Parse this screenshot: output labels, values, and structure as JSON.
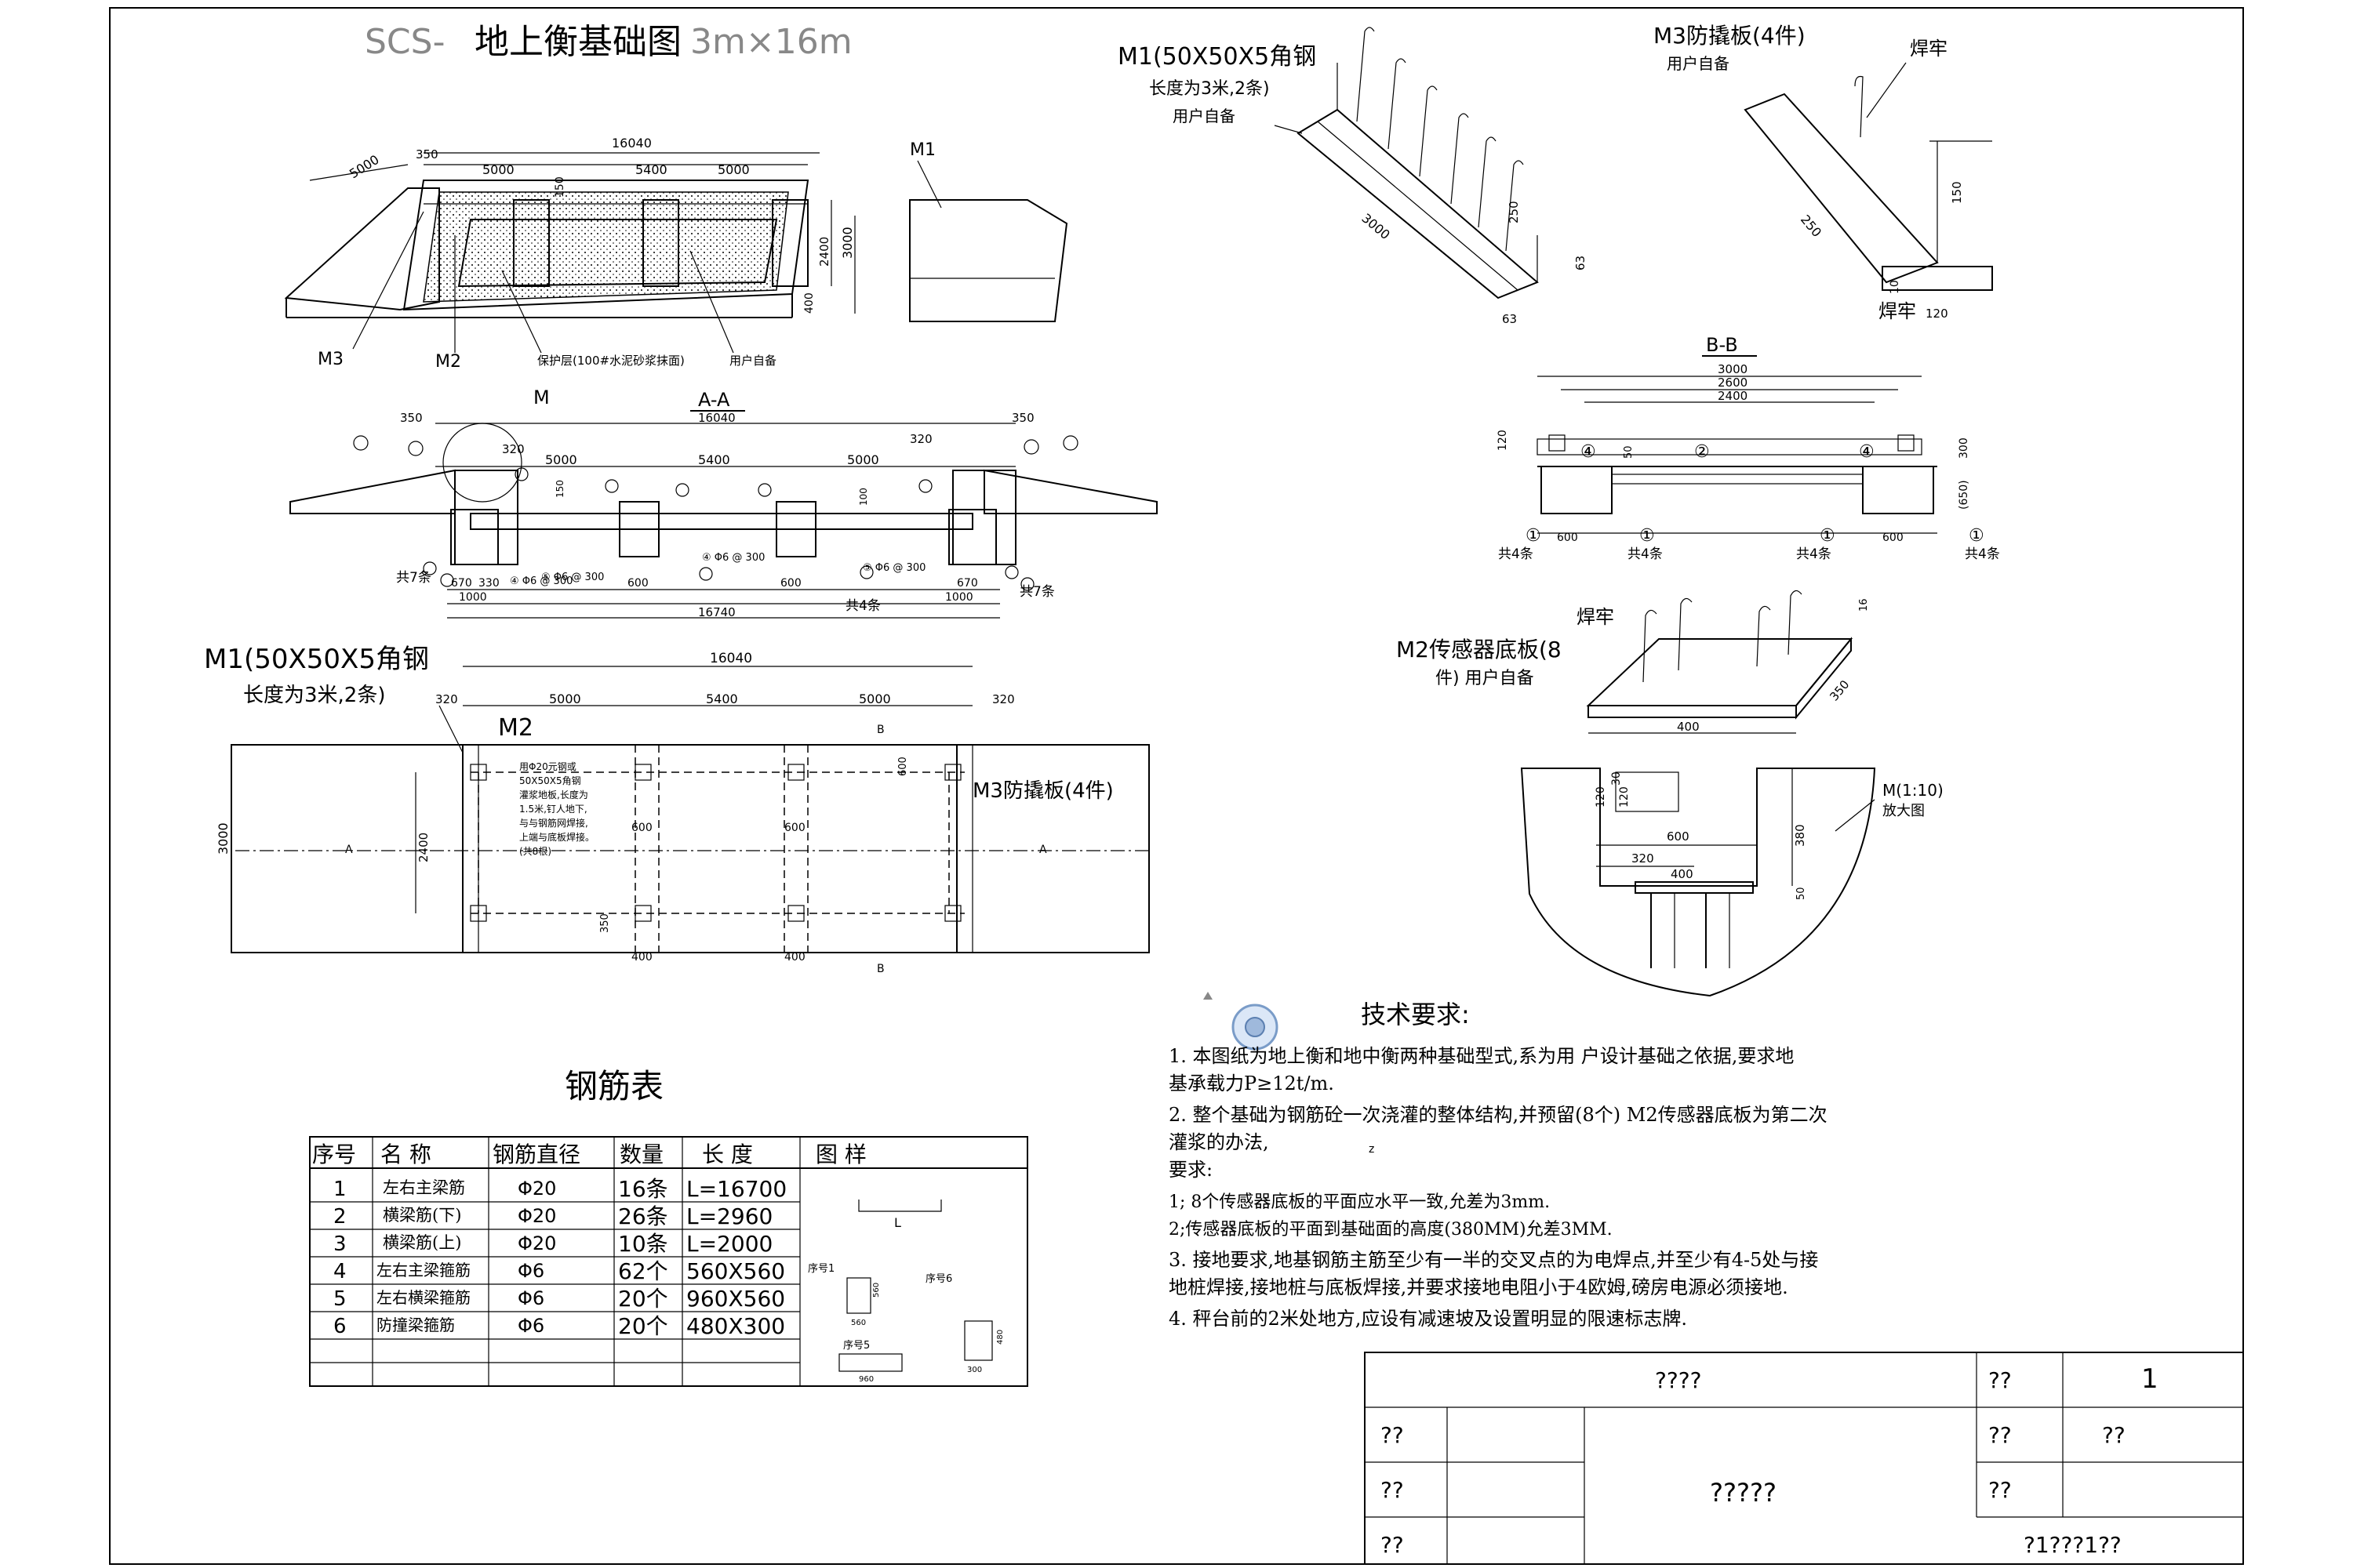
{
  "title": {
    "prefix": "SCS-",
    "main": "地上衡基础图",
    "suffix": "3m×16m"
  },
  "iso": {
    "dims": [
      "5000",
      "350",
      "16040",
      "5000",
      "5400",
      "5000",
      "150",
      "3000",
      "2400",
      "400",
      "M1"
    ],
    "labels": {
      "m3": "M3",
      "m2": "M2",
      "protect": "保护层(100#水泥砂浆抹面)",
      "user": "用户自备"
    }
  },
  "aa": {
    "title": "A-A",
    "m": "M",
    "top": [
      "350",
      "350",
      "16040",
      "320",
      "320",
      "5000",
      "5400",
      "5000"
    ],
    "bottom": [
      "670",
      "330",
      "600",
      "600",
      "670",
      "1000",
      "1000",
      "16740"
    ],
    "rebar": [
      "④ Φ6 @ 300",
      "⑤ Φ6 @ 300",
      "④ Φ6 @ 300",
      "⑤ Φ6 @ 300"
    ],
    "count7": "共7条",
    "count4": "共4条",
    "dim100": "100",
    "dim150": "150"
  },
  "plan": {
    "m1a": "M1(50X50X5角钢",
    "m1b": "长度为3米,2条)",
    "dims": [
      "16040",
      "320",
      "5000",
      "5400",
      "5000",
      "320",
      "3000",
      "2400",
      "600",
      "600",
      "350",
      "400",
      "400",
      "600"
    ],
    "m2": "M2",
    "m3": "M3防撬板(4件)",
    "sec_a": "A",
    "sec_b": "B",
    "note": [
      "用Φ20元钢或",
      "50X50X5角钢",
      "灌浆地板,长度为",
      "1.5米,钉人地下,",
      "与与钢筋网焊接,",
      "上端与底板焊接。",
      "(共8根)"
    ]
  },
  "m1d": {
    "l1": "M1(50X50X5角钢",
    "l2": "长度为3米,2条)",
    "l3": "用户自备",
    "dims": [
      "3000",
      "250",
      "63",
      "63"
    ]
  },
  "m3d": {
    "l1": "M3防撬板(4件)",
    "l2": "用户自备",
    "weld": "焊牢",
    "dims": [
      "250",
      "150",
      "10",
      "120"
    ]
  },
  "bb": {
    "title": "B-B",
    "dims": [
      "3000",
      "2600",
      "2400",
      "120",
      "50",
      "300",
      "(650)",
      "600",
      "600"
    ],
    "circ": [
      "④",
      "②",
      "④",
      "①"
    ],
    "counts": [
      "共4条",
      "共4条",
      "共4条",
      "共4条"
    ]
  },
  "m2d": {
    "l1": "M2传感器底板(8",
    "l2": "件) 用户自备",
    "weld": "焊牢",
    "dims": [
      "16",
      "400",
      "350"
    ]
  },
  "detail": {
    "title": "M(1:10)",
    "sub": "放大图",
    "dims": [
      "30",
      "120",
      "120",
      "600",
      "320",
      "400",
      "380",
      "50"
    ]
  },
  "steel": {
    "title": "钢筋表",
    "headers": [
      "序号",
      "名  称",
      "钢筋直径",
      "数量",
      "长 度",
      "图  样"
    ],
    "rows": [
      [
        "1",
        "左右主梁筋",
        "Φ20",
        "16条",
        "L=16700"
      ],
      [
        "2",
        "横梁筋(下)",
        "Φ20",
        "26条",
        "L=2960"
      ],
      [
        "3",
        "横梁筋(上)",
        "Φ20",
        "10条",
        "L=2000"
      ],
      [
        "4",
        "左右主梁箍筋",
        "Φ6",
        "62个",
        "560X560"
      ],
      [
        "5",
        "左右横梁箍筋",
        "Φ6",
        "20个",
        "960X560"
      ],
      [
        "6",
        "防撞梁箍筋",
        "Φ6",
        "20个",
        "480X300"
      ]
    ],
    "sketch": {
      "l": "L",
      "s1": "序号1",
      "v560a": "560",
      "v560b": "560",
      "s6": "序号6",
      "v480": "480",
      "v300": "300",
      "s5": "序号5",
      "v960": "960"
    }
  },
  "tech": {
    "title": "技术要求:",
    "lines": [
      "1.  本图纸为地上衡和地中衡两种基础型式,系为用   户设计基础之依据,要求地",
      "    基承载力P≥12t/m.",
      "2.  整个基础为钢筋砼一次浇灌的整体结构,并预留(8个) M2传感器底板为第二次",
      "    灌浆的办法,",
      "    要求:",
      "      1; 8个传感器底板的平面应水平一致,允差为3mm.",
      "      2;传感器底板的平面到基础面的高度(380MM)允差3MM.",
      "3.  接地要求,地基钢筋主筋至少有一半的交叉点的为电焊点,并至少有4-5处与接",
      "    地桩焊接,接地桩与底板焊接,并要求接地电阻小于4欧姆,磅房电源必须接地.",
      "4. 秤台前的2米处地方,应设有减速坡及设置明显的限速标志牌."
    ],
    "stray": "z"
  },
  "titleblock": {
    "a": "????",
    "b": "??",
    "c": "1",
    "d": "??",
    "e": "??",
    "f": "??",
    "g": "??",
    "h": "?????",
    "i": "??",
    "j": "??",
    "k": "?1???1??"
  }
}
